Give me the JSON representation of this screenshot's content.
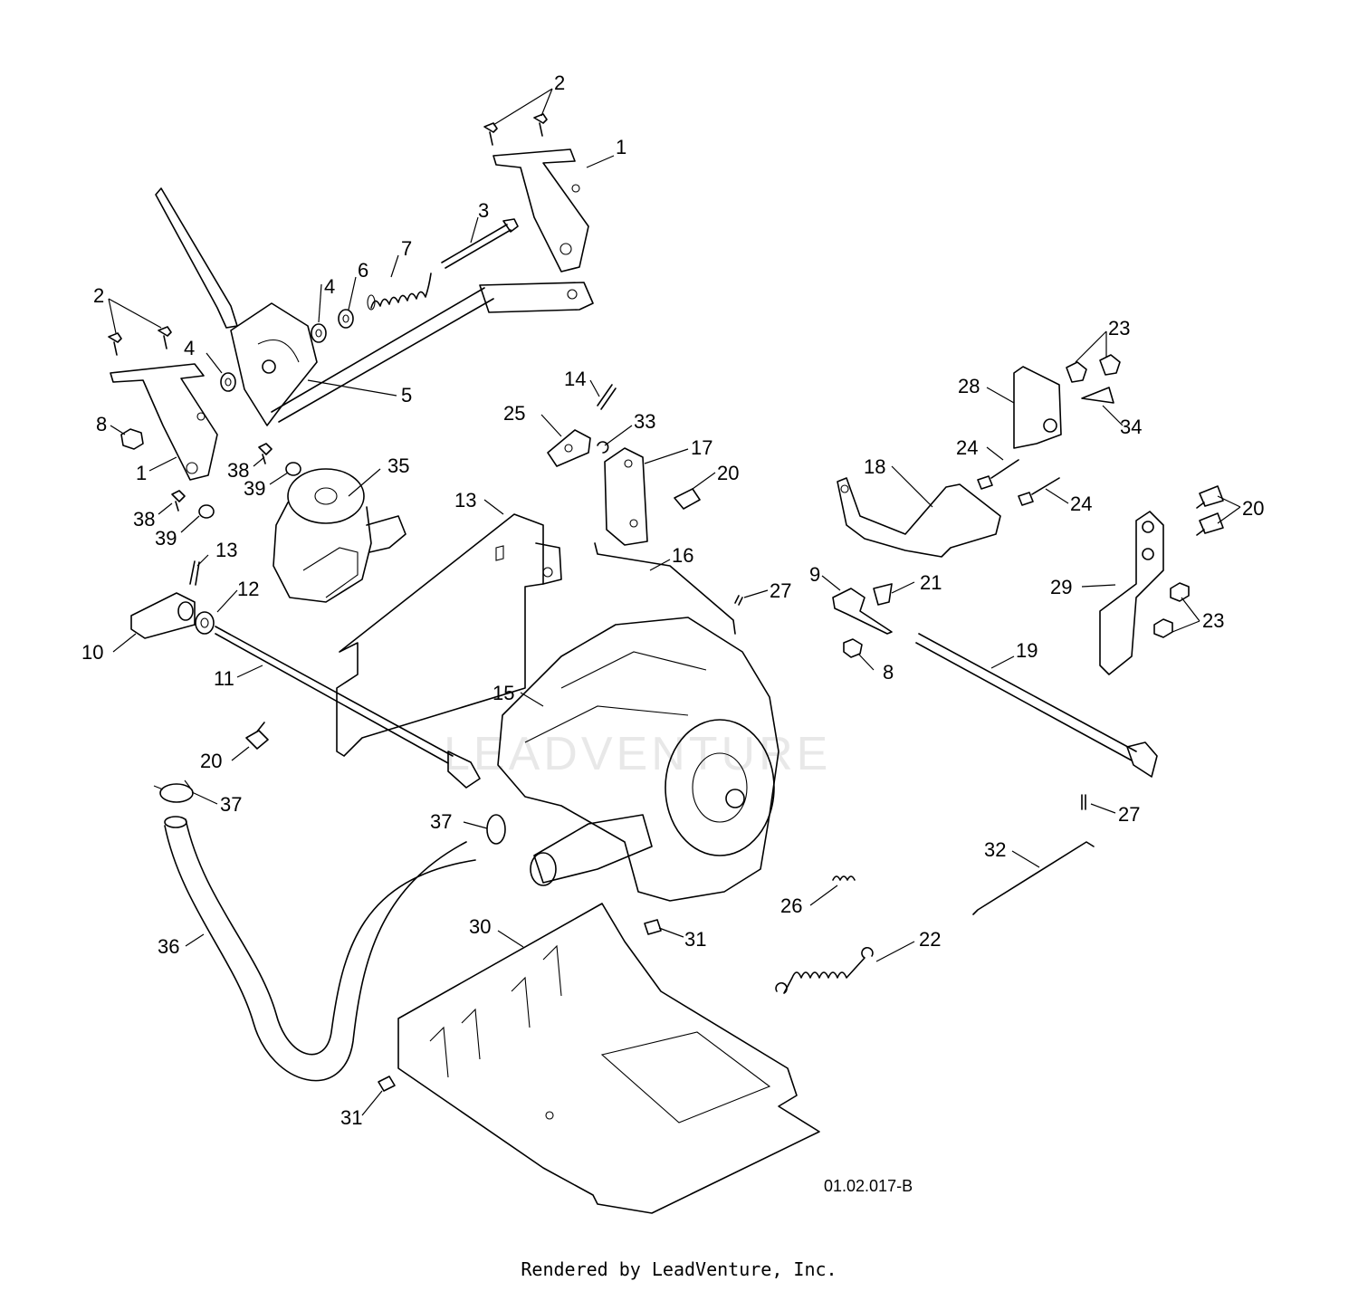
{
  "diagram": {
    "drawing_number": "01.02.017-B",
    "watermark": "LEADVENTURE",
    "credit": "Rendered by LeadVenture, Inc.",
    "callouts": [
      {
        "id": "c2a",
        "label": "2"
      },
      {
        "id": "c1a",
        "label": "1"
      },
      {
        "id": "c3",
        "label": "3"
      },
      {
        "id": "c7",
        "label": "7"
      },
      {
        "id": "c6",
        "label": "6"
      },
      {
        "id": "c4a",
        "label": "4"
      },
      {
        "id": "c2b",
        "label": "2"
      },
      {
        "id": "c4b",
        "label": "4"
      },
      {
        "id": "c5",
        "label": "5"
      },
      {
        "id": "c8a",
        "label": "8"
      },
      {
        "id": "c1b",
        "label": "1"
      },
      {
        "id": "c38a",
        "label": "38"
      },
      {
        "id": "c39a",
        "label": "39"
      },
      {
        "id": "c35",
        "label": "35"
      },
      {
        "id": "c38b",
        "label": "38"
      },
      {
        "id": "c39b",
        "label": "39"
      },
      {
        "id": "c13a",
        "label": "13"
      },
      {
        "id": "c25",
        "label": "25"
      },
      {
        "id": "c33",
        "label": "33"
      },
      {
        "id": "c17",
        "label": "17"
      },
      {
        "id": "c20a",
        "label": "20"
      },
      {
        "id": "c14",
        "label": "14"
      },
      {
        "id": "c13b",
        "label": "13"
      },
      {
        "id": "c12",
        "label": "12"
      },
      {
        "id": "c10",
        "label": "10"
      },
      {
        "id": "c11",
        "label": "11"
      },
      {
        "id": "c16",
        "label": "16"
      },
      {
        "id": "c27a",
        "label": "27"
      },
      {
        "id": "c15",
        "label": "15"
      },
      {
        "id": "c20b",
        "label": "20"
      },
      {
        "id": "c37a",
        "label": "37"
      },
      {
        "id": "c37b",
        "label": "37"
      },
      {
        "id": "c36",
        "label": "36"
      },
      {
        "id": "c30",
        "label": "30"
      },
      {
        "id": "c31a",
        "label": "31"
      },
      {
        "id": "c31b",
        "label": "31"
      },
      {
        "id": "c23a",
        "label": "23"
      },
      {
        "id": "c28",
        "label": "28"
      },
      {
        "id": "c34",
        "label": "34"
      },
      {
        "id": "c24a",
        "label": "24"
      },
      {
        "id": "c18",
        "label": "18"
      },
      {
        "id": "c24b",
        "label": "24"
      },
      {
        "id": "c20c",
        "label": "20"
      },
      {
        "id": "c29",
        "label": "29"
      },
      {
        "id": "c23b",
        "label": "23"
      },
      {
        "id": "c9",
        "label": "9"
      },
      {
        "id": "c21",
        "label": "21"
      },
      {
        "id": "c19",
        "label": "19"
      },
      {
        "id": "c8b",
        "label": "8"
      },
      {
        "id": "c27b",
        "label": "27"
      },
      {
        "id": "c32",
        "label": "32"
      },
      {
        "id": "c26",
        "label": "26"
      },
      {
        "id": "c22",
        "label": "22"
      }
    ]
  }
}
